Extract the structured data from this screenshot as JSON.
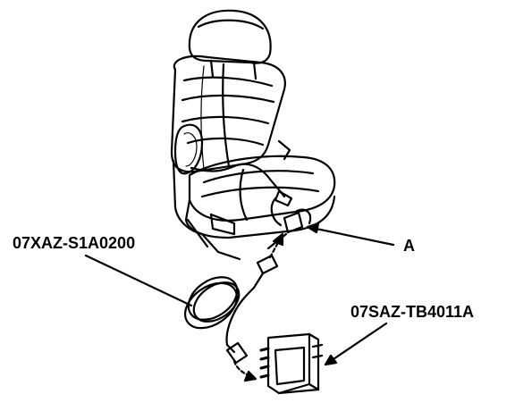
{
  "labels": {
    "cable_part": "07XAZ-S1A0200",
    "connector": "A",
    "tester_part": "07SAZ-TB4011A"
  },
  "colors": {
    "ink": "#000000",
    "background": "#ffffff"
  }
}
